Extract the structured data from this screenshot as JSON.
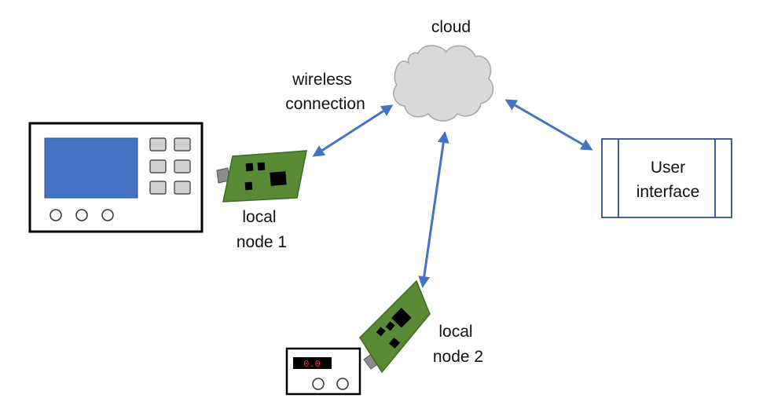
{
  "labels": {
    "cloud": "cloud",
    "wireless_line1": "wireless",
    "wireless_line2": "connection",
    "node1_line1": "local",
    "node1_line2": "node 1",
    "node2_line1": "local",
    "node2_line2": "node 2",
    "ui_line1": "User",
    "ui_line2": "interface"
  },
  "meter": {
    "readout": "0.0"
  },
  "colors": {
    "arrow": "#4472c4",
    "screen": "#4472c4",
    "board": "#5a8a35",
    "cloud_fill": "#d9d9d9",
    "cloud_stroke": "#a6a6a6",
    "ui_border": "#2f4f8f",
    "readout": "#ff2a2a"
  }
}
